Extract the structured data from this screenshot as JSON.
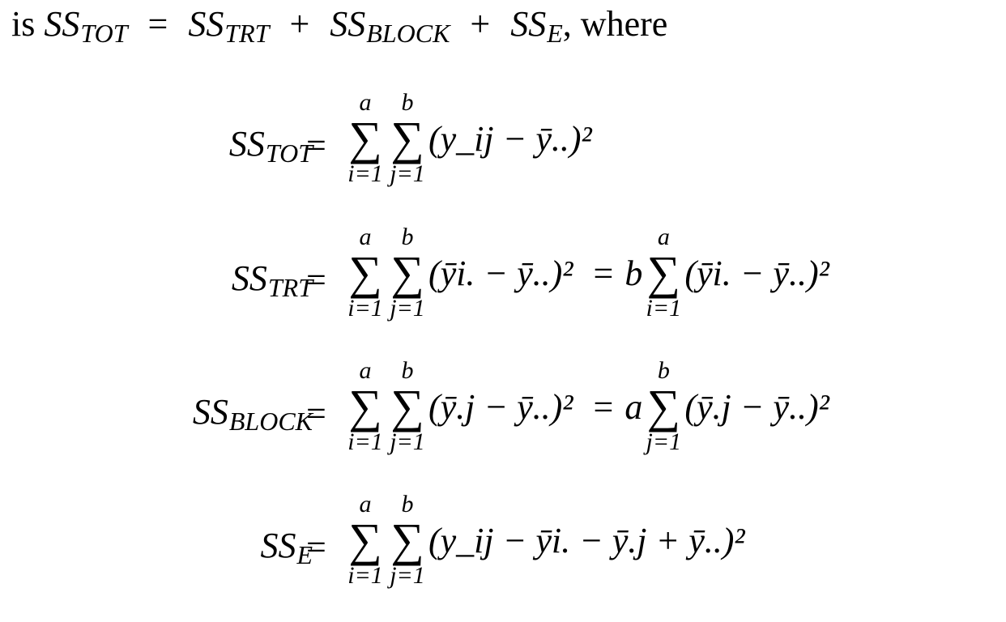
{
  "intro": {
    "prefix": "is",
    "ss": "SS",
    "tot": "TOT",
    "eq": "=",
    "trt": "TRT",
    "plus1": "+",
    "block": "BLOCK",
    "plus2": "+",
    "e": "E",
    "suffix": ", where"
  },
  "equations": {
    "tot": {
      "lhs_base": "SS",
      "lhs_sub": "TOT",
      "eq": "=",
      "sum1_top": "a",
      "sum1_bot": "i=1",
      "sum2_top": "b",
      "sum2_bot": "j=1",
      "term": "(y_ij − ȳ..)²"
    },
    "trt": {
      "lhs_base": "SS",
      "lhs_sub": "TRT",
      "eq": "=",
      "sum1_top": "a",
      "sum1_bot": "i=1",
      "sum2_top": "b",
      "sum2_bot": "j=1",
      "term": "(ȳi. − ȳ..)²",
      "eq2": "=",
      "coef": "b",
      "sum3_top": "a",
      "sum3_bot": "i=1",
      "term2": "(ȳi. − ȳ..)²"
    },
    "block": {
      "lhs_base": "SS",
      "lhs_sub": "BLOCK",
      "eq": "=",
      "sum1_top": "a",
      "sum1_bot": "i=1",
      "sum2_top": "b",
      "sum2_bot": "j=1",
      "term": "(ȳ.j − ȳ..)²",
      "eq2": "=",
      "coef": "a",
      "sum3_top": "b",
      "sum3_bot": "j=1",
      "term2": "(ȳ.j − ȳ..)²"
    },
    "e": {
      "lhs_base": "SS",
      "lhs_sub": "E",
      "eq": "=",
      "sum1_top": "a",
      "sum1_bot": "i=1",
      "sum2_top": "b",
      "sum2_bot": "j=1",
      "term": "(y_ij − ȳi. − ȳ.j + ȳ..)²"
    }
  }
}
